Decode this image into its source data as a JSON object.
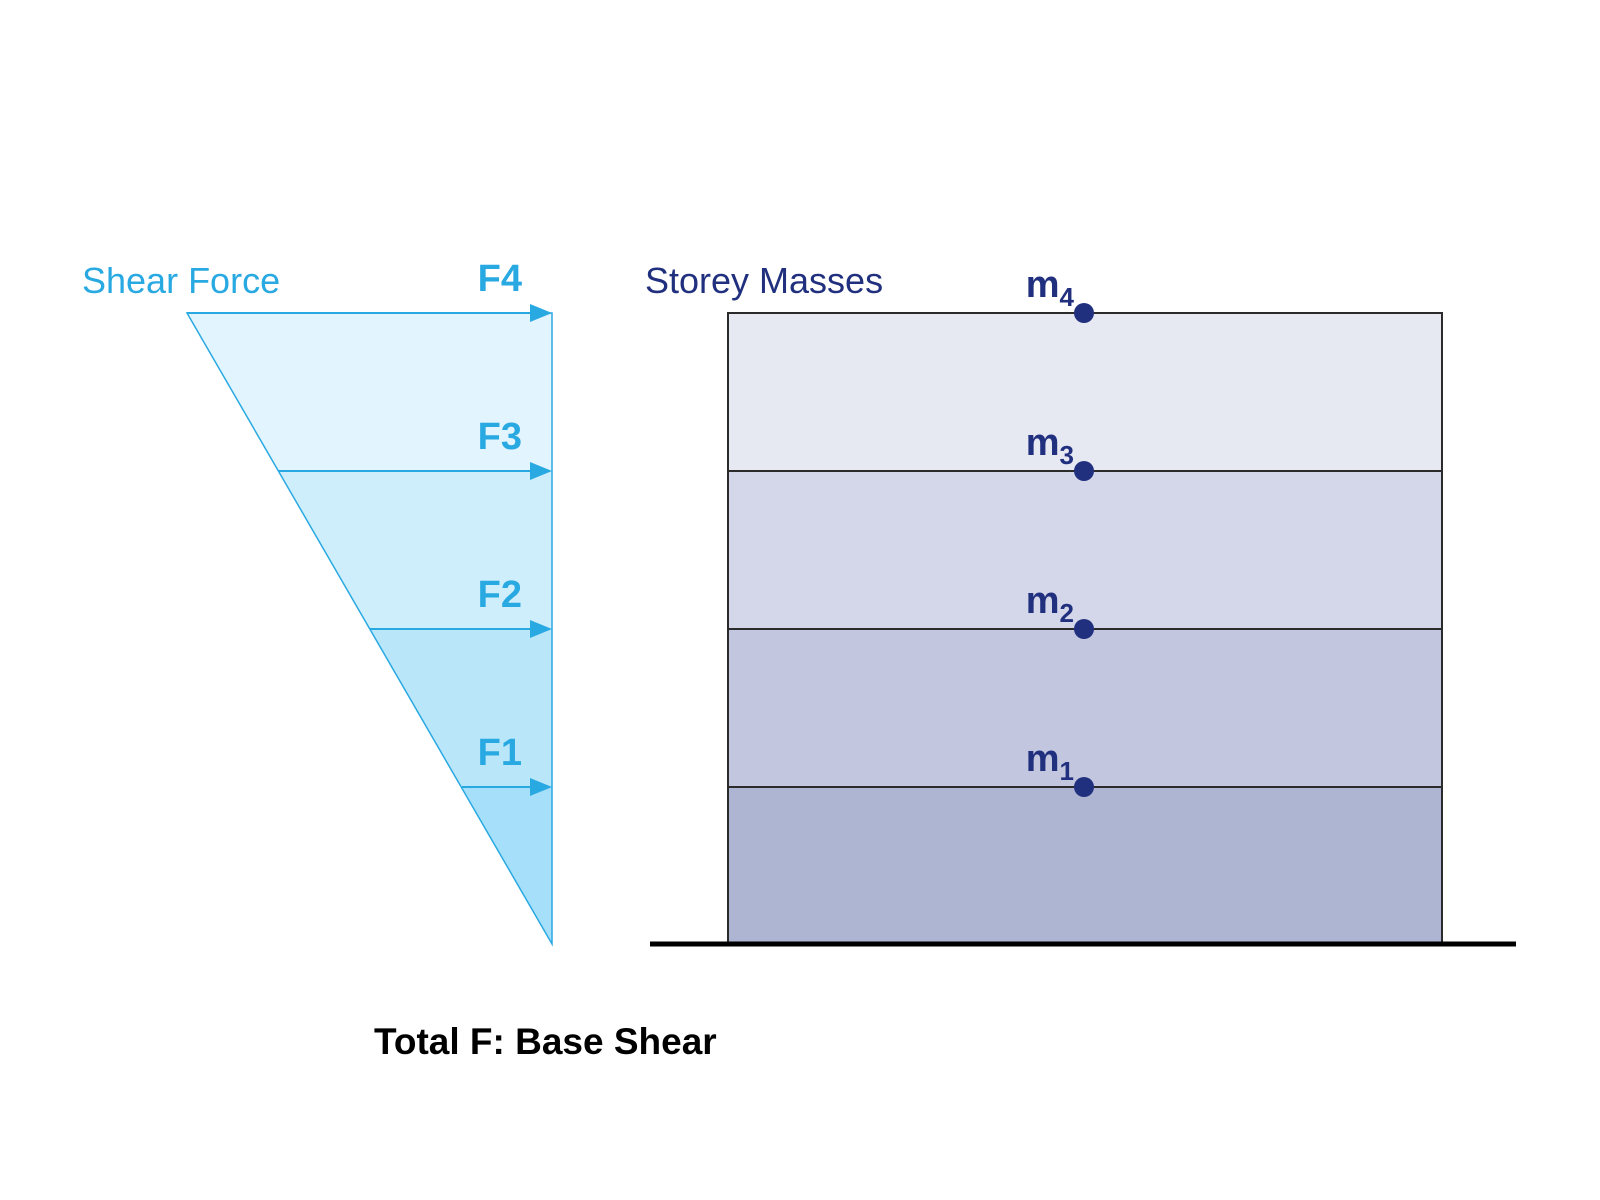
{
  "colors": {
    "accent_blue": "#29A9E2",
    "navy": "#21307E",
    "tri_fill_1": "#E2F4FD",
    "tri_fill_2": "#CFEEFB",
    "tri_fill_3": "#BAE6FA",
    "tri_fill_4": "#A5DFF9",
    "storey_fill_4": "#E6E8F2",
    "storey_fill_3": "#D3D7E9",
    "storey_fill_2": "#C2C7DF",
    "storey_fill_1": "#AEB5D2",
    "building_stroke": "#2B2B2B",
    "ground_black": "#000000",
    "caption_black": "#000000"
  },
  "shear_diagram": {
    "title": "Shear Force",
    "forces": [
      {
        "label": "F4"
      },
      {
        "label": "F3"
      },
      {
        "label": "F2"
      },
      {
        "label": "F1"
      }
    ]
  },
  "building_diagram": {
    "title": "Storey Masses",
    "masses": [
      {
        "base": "m",
        "sub": "4"
      },
      {
        "base": "m",
        "sub": "3"
      },
      {
        "base": "m",
        "sub": "2"
      },
      {
        "base": "m",
        "sub": "1"
      }
    ]
  },
  "footer": {
    "caption": "Total F: Base Shear"
  }
}
